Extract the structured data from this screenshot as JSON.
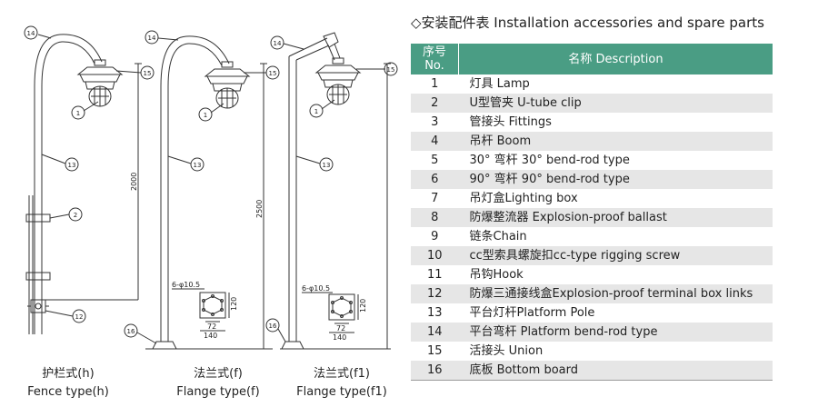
{
  "title": "◇安装配件表 Installation accessories and spare parts",
  "table": {
    "header_no_cn": "序号",
    "header_no_en": "No.",
    "header_desc": "名称 Description",
    "rows": [
      {
        "no": "1",
        "desc": "灯具 Lamp"
      },
      {
        "no": "2",
        "desc": "U型管夹 U-tube clip"
      },
      {
        "no": "3",
        "desc": "管接头 Fittings"
      },
      {
        "no": "4",
        "desc": "吊杆 Boom"
      },
      {
        "no": "5",
        "desc": "30° 弯杆 30° bend-rod type"
      },
      {
        "no": "6",
        "desc": "90° 弯杆 90° bend-rod type"
      },
      {
        "no": "7",
        "desc": "吊灯盒Lighting box"
      },
      {
        "no": "8",
        "desc": "防爆整流器 Explosion-proof ballast"
      },
      {
        "no": "9",
        "desc": "链条Chain"
      },
      {
        "no": "10",
        "desc": "cc型索具螺旋扣cc-type rigging screw"
      },
      {
        "no": "11",
        "desc": "吊钩Hook"
      },
      {
        "no": "12",
        "desc": "防爆三通接线盒Explosion-proof terminal box links"
      },
      {
        "no": "13",
        "desc": "平台灯杆Platform Pole"
      },
      {
        "no": "14",
        "desc": "平台弯杆 Platform bend-rod type"
      },
      {
        "no": "15",
        "desc": "活接头 Union"
      },
      {
        "no": "16",
        "desc": "底板 Bottom board"
      }
    ]
  },
  "drawings": {
    "fence": {
      "caption_cn": "护栏式(h)",
      "caption_en": "Fence type(h)",
      "height_dim": "2000",
      "callouts": {
        "c14": "14",
        "c15": "15",
        "c1": "1",
        "c13": "13",
        "c2": "2",
        "c12": "12"
      }
    },
    "flange": {
      "caption_cn": "法兰式(f)",
      "caption_en": "Flange type(f)",
      "height_dim": "2500",
      "hole_label": "6-φ10.5",
      "dim_120": "120",
      "dim_72": "72",
      "dim_140": "140",
      "callouts": {
        "c14": "14",
        "c15": "15",
        "c1": "1",
        "c13": "13",
        "c16": "16"
      }
    },
    "flange1": {
      "caption_cn": "法兰式(f1)",
      "caption_en": "Flange type(f1)",
      "hole_label": "6-φ10.5",
      "dim_120": "120",
      "dim_72": "72",
      "dim_140": "140",
      "callouts": {
        "c14": "14",
        "c15": "15",
        "c1": "1",
        "c13": "13",
        "c16": "16"
      }
    }
  }
}
